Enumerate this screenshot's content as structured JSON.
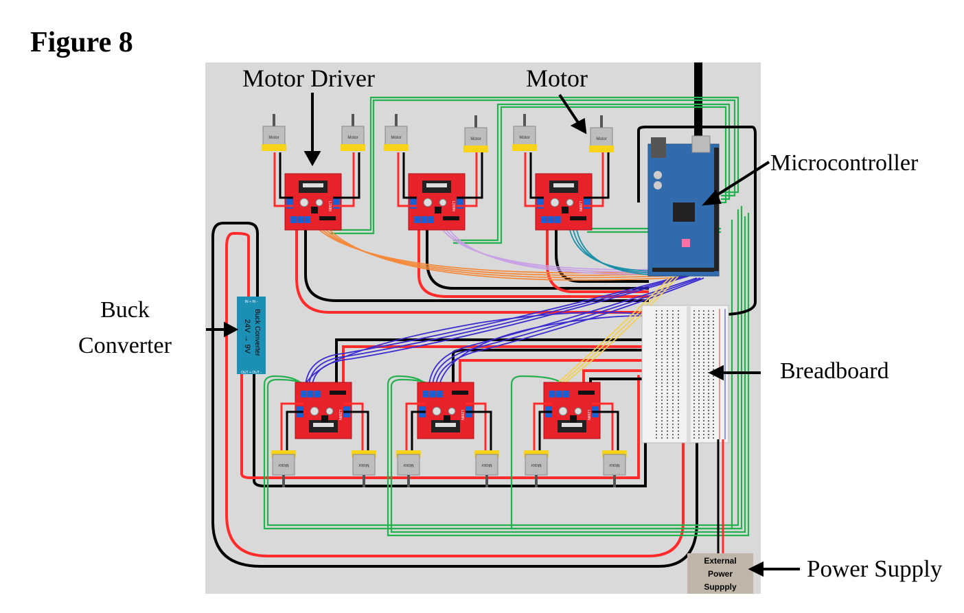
{
  "figure": {
    "title": "Figure 8"
  },
  "labels": {
    "motor_driver": "Motor Driver",
    "motor": "Motor",
    "microcontroller": "Microcontroller",
    "buck_converter_line1": "Buck",
    "buck_converter_line2": "Converter",
    "breadboard": "Breadboard",
    "power_supply": "Power Supply"
  },
  "components": {
    "motor_label": "Motor",
    "buck_title": "Buck Converter",
    "buck_rating": "24V → 9V",
    "buck_in": "IN +   IN -",
    "buck_out": "OUT +  OUT -",
    "driver_chip": "L298N",
    "power_box_line1": "External",
    "power_box_line2": "Power",
    "power_box_line3": "Suppply"
  },
  "colors": {
    "board_bg": "#d9d9d9",
    "wire_red": "#ff2a2a",
    "wire_black": "#000000",
    "wire_green": "#22b14c",
    "wire_orange": "#f58a3c",
    "wire_purple": "#c8a0e6",
    "wire_teal": "#1a8fa8",
    "wire_blue": "#3a2bd0",
    "wire_yellow": "#f5d050",
    "driver_red": "#e8222a",
    "mcu_blue": "#1f5fa8",
    "buck_teal": "#1c8fb5",
    "motor_yellow": "#f7d417",
    "power_box": "#bfb5a8"
  }
}
